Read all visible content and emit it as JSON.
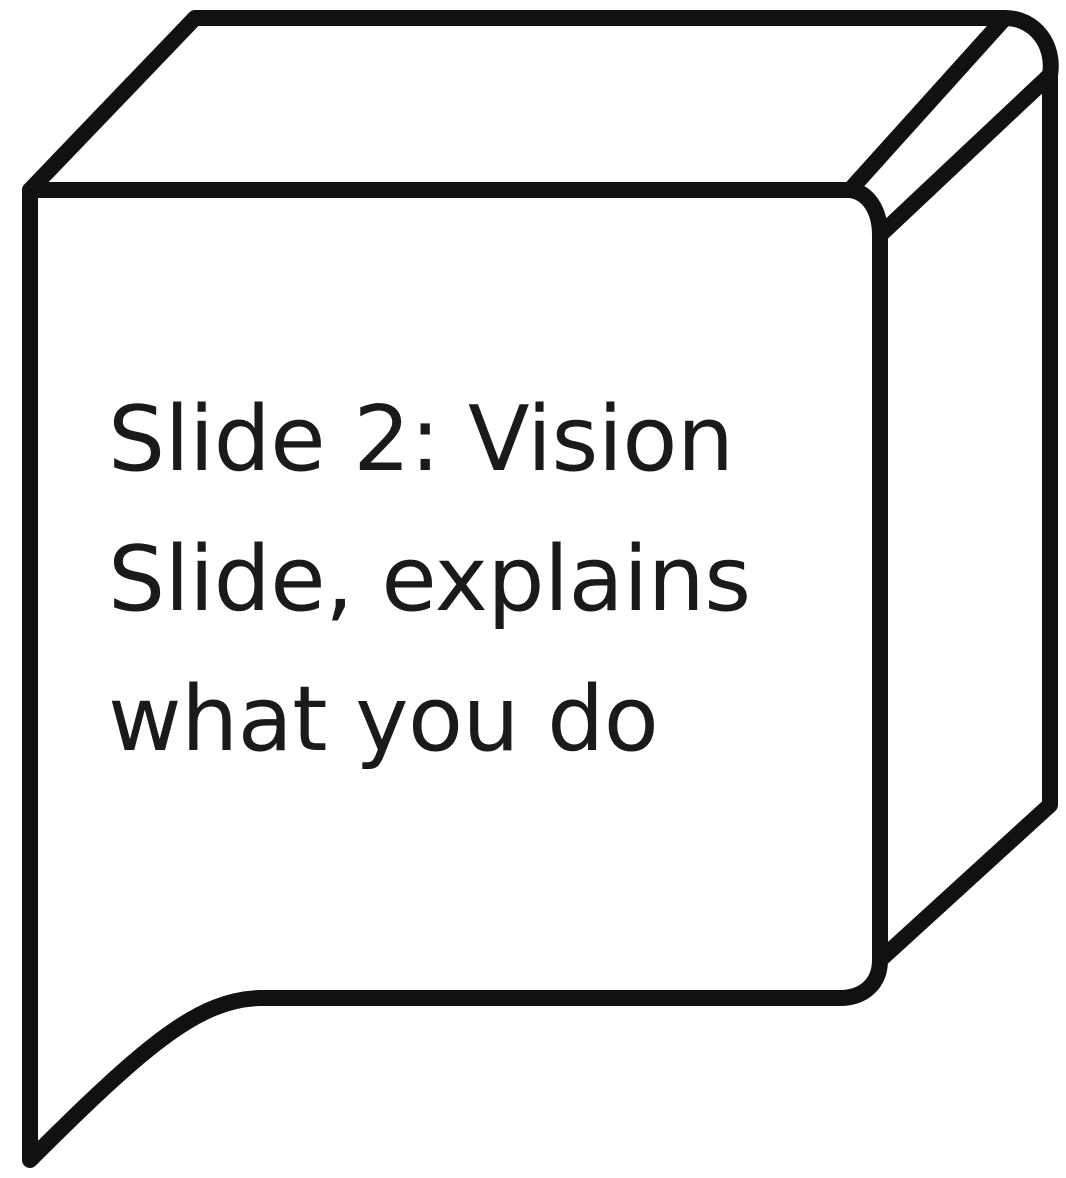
{
  "callout": {
    "shape": "3d-speech-callout",
    "colors": {
      "outline": "#111111",
      "fill": "#ffffff",
      "text": "#1a1a1a"
    },
    "lines": [
      "Slide 2: Vision",
      "Slide, explains",
      "what you do"
    ]
  }
}
